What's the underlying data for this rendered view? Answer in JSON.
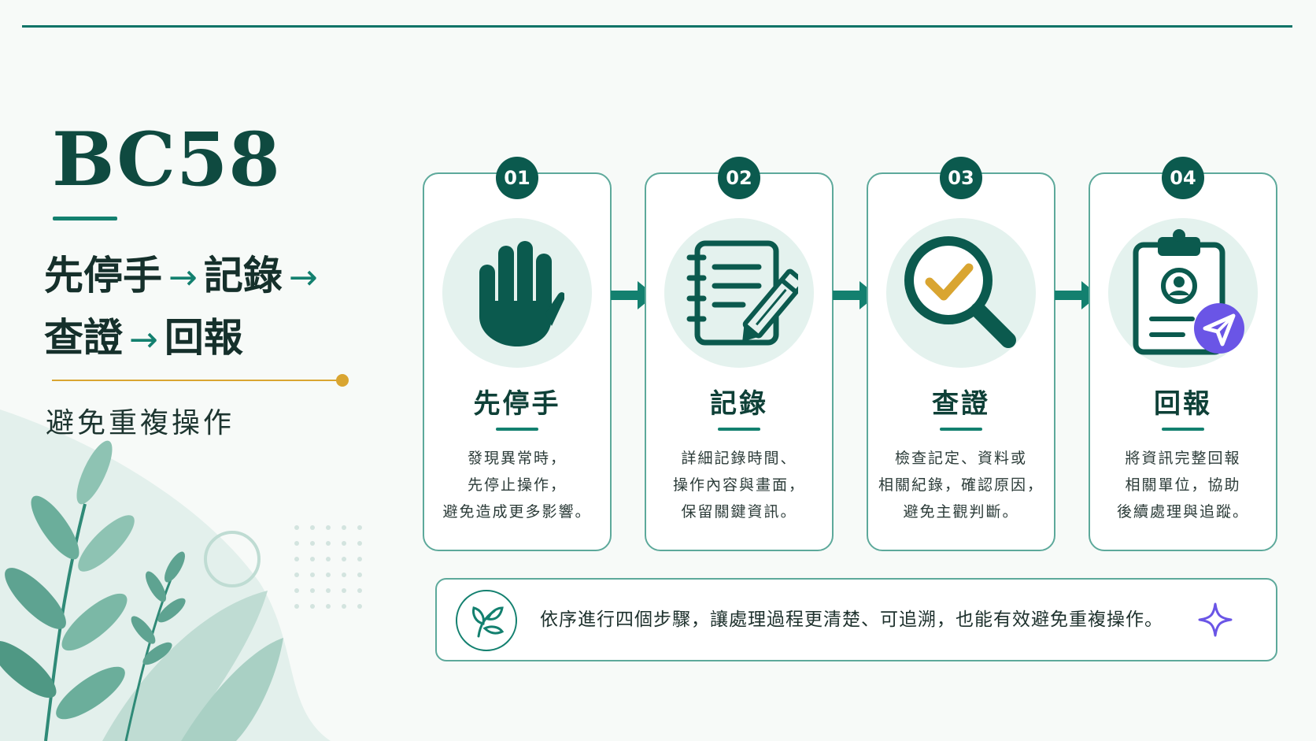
{
  "title": "BC58",
  "headline": {
    "line1": [
      "先停手",
      "記錄"
    ],
    "line2": [
      "查證",
      "回報"
    ],
    "arrow": "→"
  },
  "subtitle": "避免重複操作",
  "steps": [
    {
      "number": "01",
      "title": "先停手",
      "icon": "stop-hand-icon",
      "description": [
        "發現異常時，",
        "先停止操作，",
        "避免造成更多影響。"
      ]
    },
    {
      "number": "02",
      "title": "記錄",
      "icon": "notebook-pencil-icon",
      "description": [
        "詳細記錄時間、",
        "操作內容與畫面，",
        "保留關鍵資訊。"
      ]
    },
    {
      "number": "03",
      "title": "查證",
      "icon": "magnifier-check-icon",
      "description": [
        "檢查記定、資料或",
        "相關紀錄，確認原因，",
        "避免主觀判斷。"
      ]
    },
    {
      "number": "04",
      "title": "回報",
      "icon": "clipboard-send-icon",
      "description": [
        "將資訊完整回報",
        "相關單位，協助",
        "後續處理與追蹤。"
      ]
    }
  ],
  "note": {
    "text": "依序進行四個步驟，讓處理過程更清楚、可追溯，也能有效避免重複操作。",
    "icon": "leaf-icon",
    "trailing_icon": "sparkle-icon"
  },
  "colors": {
    "primary": "#0b5a4e",
    "accent": "#13806f",
    "gold": "#d9a531",
    "purple": "#6a55e6",
    "light_circle": "#e4f2ee"
  }
}
